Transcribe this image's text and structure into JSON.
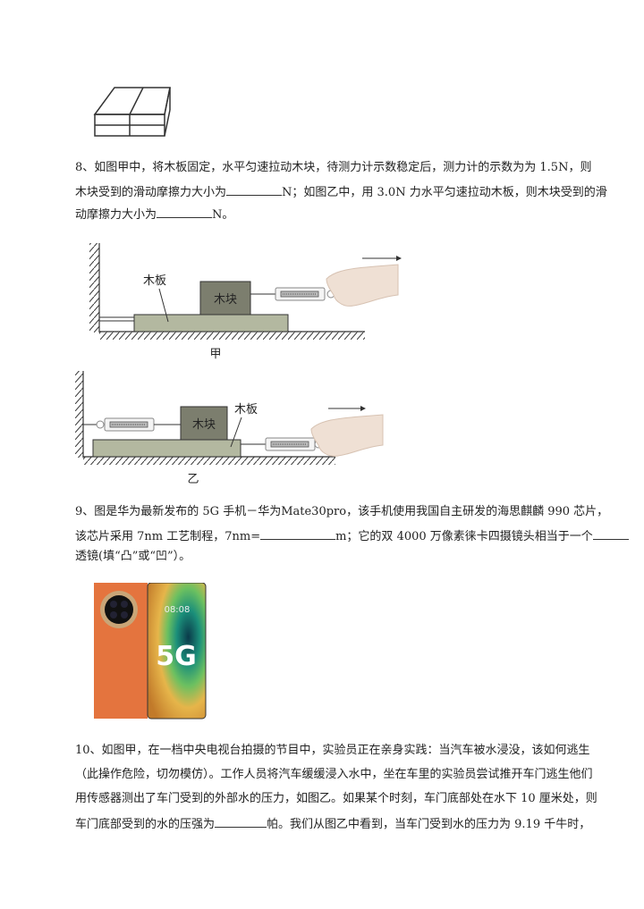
{
  "q8": {
    "lines": [
      "8、如图甲中，将木板固定，水平匀速拉动木块，待测力计示数稳定后，测力计的示数为为 1.5N，则",
      "木块受到的滑动摩擦力大小为",
      "N；如图乙中，用 3.0N 力水平匀速拉动木板，则木块受到的滑",
      "动摩擦力大小为",
      "N。"
    ],
    "figure": {
      "board_label": "木板",
      "block_label": "木块",
      "caption_a": "甲",
      "caption_b": "乙"
    }
  },
  "q9": {
    "lines": [
      "9、图是华为最新发布的 5G 手机－华为Mate30pro，该手机使用我国自主研发的海思麒麟 990 芯片，",
      "该芯片采用 7nm 工艺制程，7nm=",
      "m；它的双 4000 万像素徕卡四摄镜头相当于一个",
      "透镜(填“凸”或“凹”）。"
    ],
    "phone": {
      "badge": "5G",
      "clock": "08:08"
    }
  },
  "q10": {
    "lines": [
      "10、如图甲，在一档中央电视台拍摄的节目中，实验员正在亲身实践：当汽车被水浸没，该如何逃生",
      "（此操作危险，切勿模仿）。工作人员将汽车缓缓浸入水中，坐在车里的实验员尝试推开车门逃生他们",
      "用传感器测出了车门受到的外部水的压力，如图乙。如果某个时刻，车门底部处在水下 10 厘米处，则",
      "车门底部受到的水的压强为",
      "帕。我们从图乙中看到，当车门受到水的压力为 9.19 千牛时，"
    ]
  }
}
